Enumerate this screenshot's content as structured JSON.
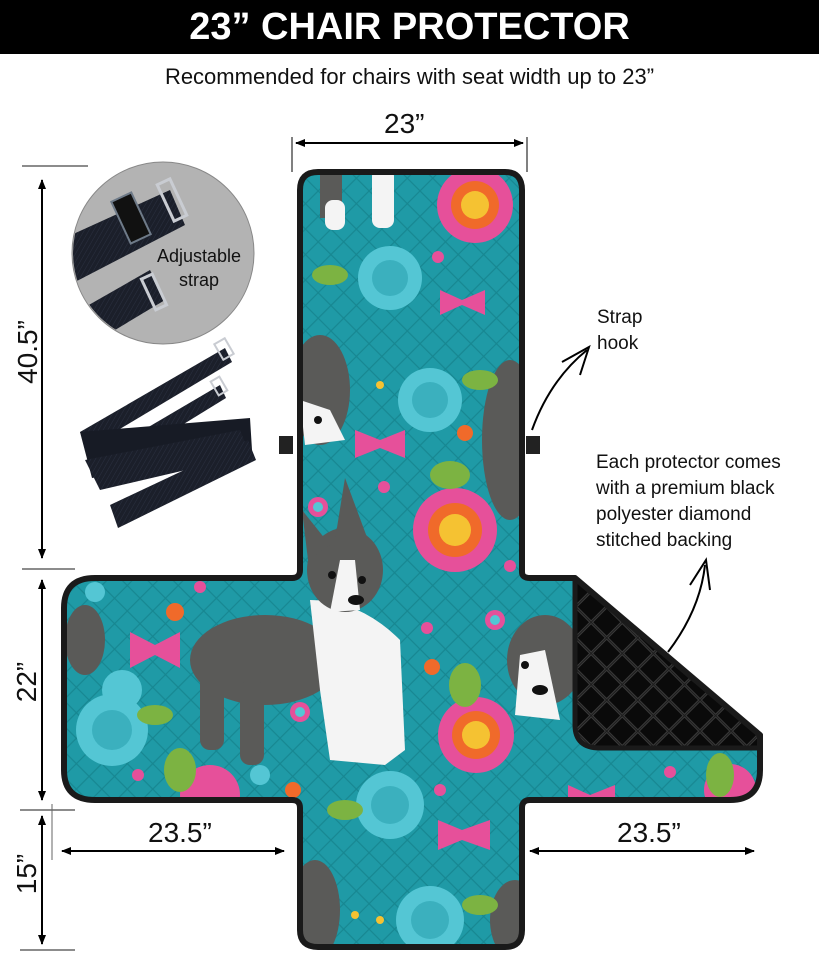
{
  "header": {
    "title": "23” CHAIR PROTECTOR",
    "subtitle": "Recommended for chairs with seat width up to 23”"
  },
  "dimensions": {
    "top_width": "23”",
    "back_height": "40.5”",
    "seat_depth": "22”",
    "front_flap": "15”",
    "left_arm": "23.5”",
    "right_arm": "23.5”"
  },
  "callouts": {
    "adjustable_strap": [
      "Adjustable",
      "strap"
    ],
    "strap_hook": [
      "Strap",
      "hook"
    ],
    "backing_note": [
      "Each protector comes",
      "with a premium black",
      "polyester diamond",
      "stitched backing"
    ]
  },
  "colors": {
    "banner_bg": "#000000",
    "fabric_teal": "#1f9aa6",
    "outline": "#1a1a1a",
    "backing": "#111111",
    "pink": "#e6509a",
    "orange": "#f06a2a",
    "yellow": "#f5c232",
    "leaf_green": "#7cb342",
    "light_teal": "#54c6d4",
    "dog_grey": "#5a5a58",
    "strap_circle_bg": "#b3b3b3"
  }
}
